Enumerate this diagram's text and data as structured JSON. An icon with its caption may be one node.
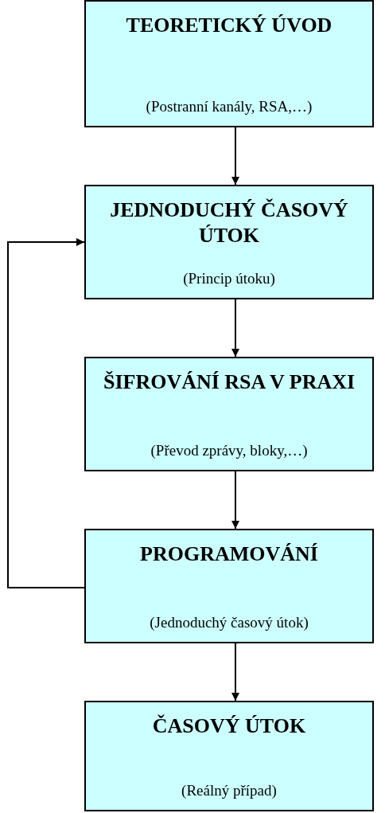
{
  "diagram": {
    "nodes": [
      {
        "text": [
          "TEORETICKÝ ÚVOD",
          "(Postranní kanály, RSA,…)"
        ]
      },
      {
        "text": [
          "JEDNODUCHÝ ČASOVÝ ÚTOK",
          "(Princip útoku)"
        ]
      },
      {
        "text": [
          "ŠIFROVÁNÍ RSA V PRAXI",
          "(Převod zprávy, bloky,…)"
        ]
      },
      {
        "text": [
          "PROGRAMOVÁNÍ",
          "(Jednoduchý časový útok)"
        ]
      },
      {
        "text": [
          "ČASOVÝ ÚTOK",
          "(Reálný případ)"
        ]
      }
    ],
    "edges": [
      {
        "from": 0,
        "to": 1,
        "arrow": "to"
      },
      {
        "from": 1,
        "to": 2,
        "arrow": "to"
      },
      {
        "from": 2,
        "to": 3,
        "arrow": "to"
      },
      {
        "from": 3,
        "to": 4,
        "arrow": "to"
      },
      {
        "from": 3,
        "to": 1,
        "arrow": "to"
      }
    ]
  }
}
